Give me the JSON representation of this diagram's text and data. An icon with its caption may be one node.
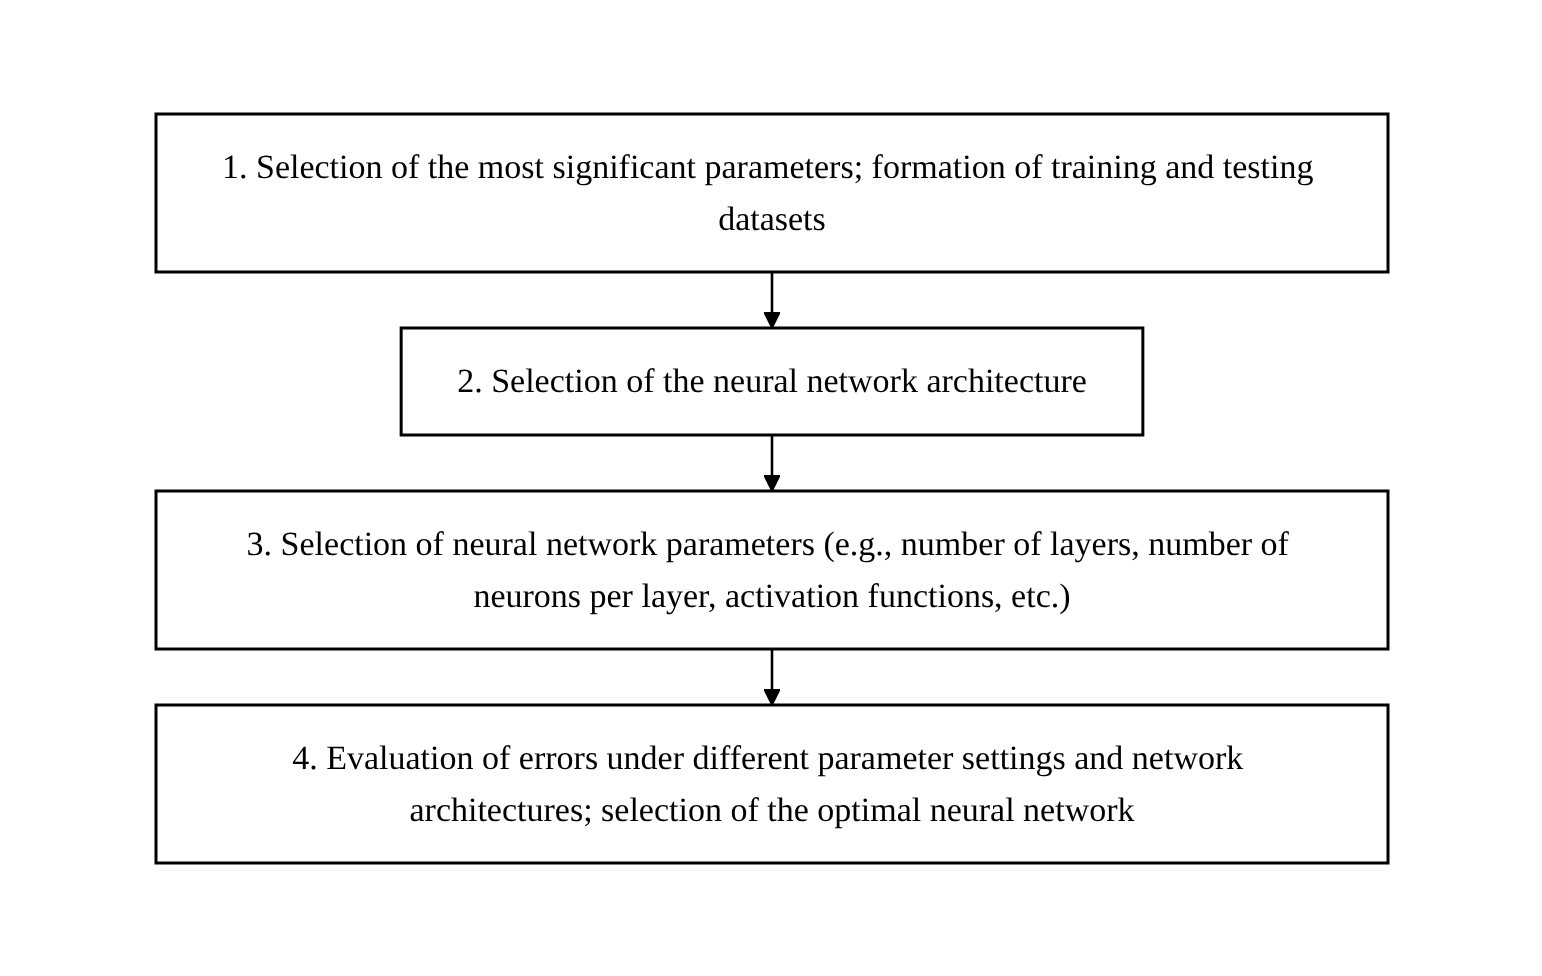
{
  "diagram": {
    "nodes": [
      {
        "text": [
          "1. Selection of the most significant parameters; formation of training and testing datasets"
        ]
      },
      {
        "text": [
          "2. Selection of the neural network architecture"
        ]
      },
      {
        "text": [
          "3. Selection of neural network parameters (e.g., number of layers, number of neurons per layer, activation functions, etc.)"
        ]
      },
      {
        "text": [
          "4. Evaluation of errors under different parameter settings and network architectures; selection of the optimal neural network"
        ]
      }
    ],
    "edges": [
      {
        "from": 0,
        "to": 1,
        "arrow": "to"
      },
      {
        "from": 1,
        "to": 2,
        "arrow": "to"
      },
      {
        "from": 2,
        "to": 3,
        "arrow": "to"
      }
    ]
  }
}
